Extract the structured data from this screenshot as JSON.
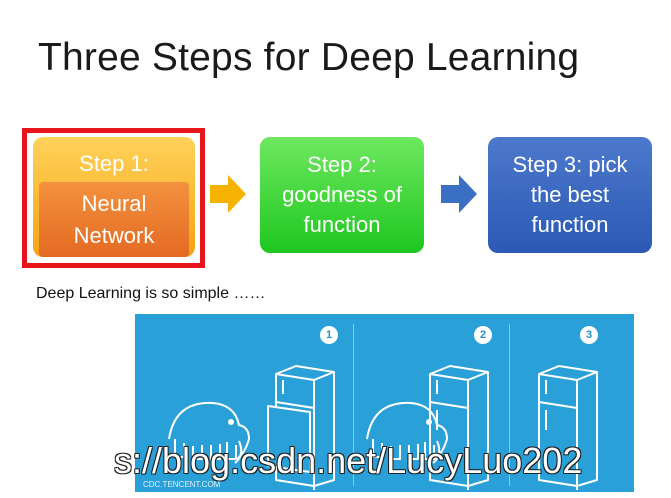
{
  "title": "Three Steps for Deep Learning",
  "steps": {
    "step1_label": "Step 1:",
    "step1_sub": [
      "Neural",
      "Network"
    ],
    "step2_lines": [
      "Step 2:",
      "goodness of",
      "function"
    ],
    "step3_lines": [
      "Step 3: pick",
      "the best",
      "function"
    ]
  },
  "caption": "Deep Learning is so simple ……",
  "illustration": {
    "numbers": [
      "1",
      "2",
      "3"
    ],
    "credit": "CDC.TENCENT.COM",
    "icons": [
      "elephant-icon",
      "refrigerator-icon"
    ]
  },
  "watermark": "s://blog.csdn.net/LucyLuo202",
  "colors": {
    "step1": "#f6a313",
    "step1_sub": "#e36a22",
    "step2": "#1ec71f",
    "step3": "#2b59b4",
    "highlight": "#e8141b",
    "panel": "#2aa0d8"
  }
}
